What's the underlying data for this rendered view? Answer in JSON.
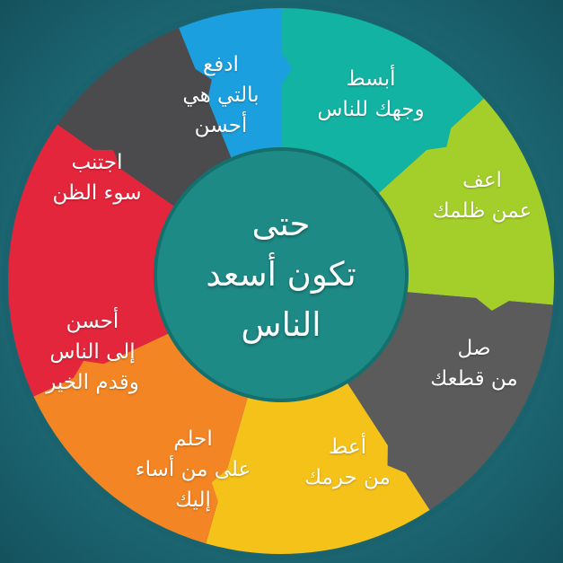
{
  "center": {
    "lines": [
      "حتى",
      "تكون أسعد",
      "الناس"
    ],
    "color": "#1e8a86"
  },
  "segments": [
    {
      "id": "teal",
      "color": "#12b3a3",
      "lines": [
        "أبسط",
        "وجهك للناس"
      ]
    },
    {
      "id": "lime",
      "color": "#a4cf2a",
      "lines": [
        "اعف",
        "عمن ظلمك"
      ]
    },
    {
      "id": "gray",
      "color": "#5b5b5b",
      "lines": [
        "صل",
        "من قطعك"
      ]
    },
    {
      "id": "yellow",
      "color": "#f5c21a",
      "lines": [
        "أعط",
        "من حرمك"
      ]
    },
    {
      "id": "orange",
      "color": "#f38524",
      "lines": [
        "احلم",
        "على من أساء",
        "إليك"
      ]
    },
    {
      "id": "red",
      "color": "#e3263b",
      "lines": [
        "أحسن",
        "إلى الناس",
        "وقدم الخير"
      ]
    },
    {
      "id": "dark",
      "color": "#4b4a4d",
      "lines": [
        "اجتنب",
        "سوء الظن"
      ]
    },
    {
      "id": "blue",
      "color": "#1b9fdf",
      "lines": [
        "ادفع",
        "بالتي هي",
        "أحسن"
      ]
    }
  ]
}
